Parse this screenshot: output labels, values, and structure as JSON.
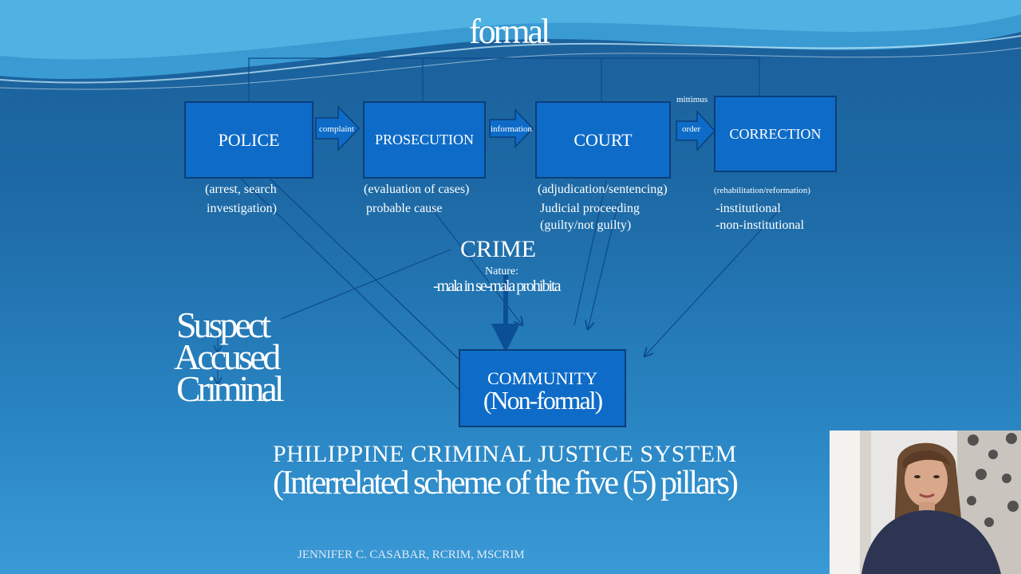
{
  "slide": {
    "title": "formal",
    "boxes": {
      "police": "POLICE",
      "prosecution": "PROSECUTION",
      "court": "COURT",
      "correction": "CORRECTION"
    },
    "arrow_labels": {
      "complaint": "complaint",
      "information": "information",
      "mittimus": "mittimus",
      "order": "order"
    },
    "descriptions": {
      "police_1": "(arrest, search",
      "police_2": "investigation)",
      "prosecution_1": "(evaluation of cases)",
      "prosecution_2": "probable cause",
      "court_1": "(adjudication/sentencing)",
      "court_2": "Judicial proceeding",
      "court_3": "(guilty/not guilty)",
      "correction_1": "(rehabilitation/reformation)",
      "correction_2": "-institutional",
      "correction_3": "-non-institutional"
    },
    "crime": "CRIME",
    "nature": "Nature:",
    "mala": "-mala in se-mala prohibita",
    "stages": [
      "Suspect",
      "Accused",
      "Criminal"
    ],
    "community": "COMMUNITY",
    "community_sub": "(Non-formal)",
    "heading": "PHILIPPINE CRIMINAL JUSTICE SYSTEM",
    "subheading": "(Interrelated scheme of the five (5) pillars)",
    "author": "JENNIFER C. CASABAR, RCRIM, MSCRIM"
  },
  "colors": {
    "box_fill": "#0e6cc8",
    "box_border": "#0a3f7a",
    "line": "#0d4a8a",
    "background_top": "#1a5f9a",
    "background_bottom": "#3a9ad6"
  }
}
